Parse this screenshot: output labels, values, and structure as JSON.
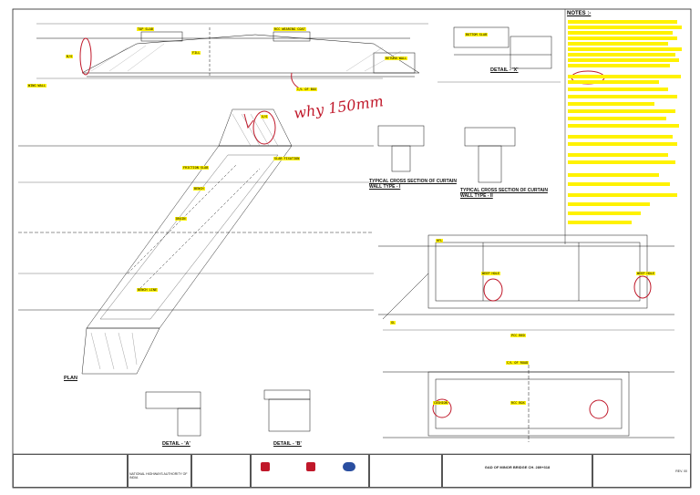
{
  "drawing": {
    "notes_heading": "NOTES :-",
    "handwritten_comment": "why 150mm",
    "titles": {
      "plan": "PLAN",
      "detail_x": "DETAIL - 'X'",
      "detail_a": "DETAIL - 'A'",
      "detail_b": "DETAIL - 'B'",
      "curtain_1": "TYPICAL CROSS SECTION OF CURTAIN WALL TYPE - I",
      "curtain_2": "TYPICAL CROSS SECTION OF CURTAIN WALL TYPE - II"
    },
    "labels": {
      "top_slab": "TOP SLAB",
      "bottom_slab": "BOTTOM SLAB",
      "slab_fixation": "SLAB FIXATION",
      "bench": "BENCH",
      "bench_line": "BENCH LINE",
      "drain": "DRAIN",
      "pcc_bed": "PCC BED",
      "friction_slab": "FRICTION SLAB",
      "cushion": "CUSHION",
      "sect_x": "X/S",
      "sect_b": "B/S",
      "hfl": "HFL",
      "gl": "GL",
      "weep_hole": "WEEP HOLE",
      "rcc_box": "RCC BOX",
      "wing_wall": "WING WALL",
      "return_wall": "RETURN WALL",
      "cl_of_box": "C/L OF BOX",
      "cl_of_road": "C/L OF ROAD",
      "rcc_wearing": "RCC WEARING COAT",
      "fill": "FILL"
    },
    "title_block": {
      "client": "NATIONAL HIGHWAYS AUTHORITY OF INDIA",
      "drawing_title": "GAD OF MINOR BRIDGE CH. 289+318",
      "rev": "REV. 00"
    }
  },
  "colors": {
    "highlight": "#fff200",
    "markup": "#c0182a",
    "ink": "#000000"
  }
}
